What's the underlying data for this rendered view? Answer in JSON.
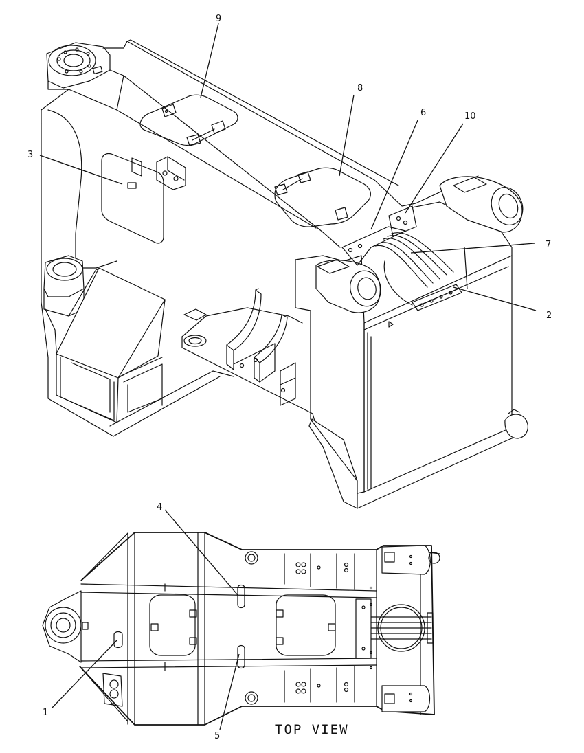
{
  "callouts": {
    "c1": "1",
    "c2": "2",
    "c3": "3",
    "c4": "4",
    "c5": "5",
    "c6": "6",
    "c7": "7",
    "c8": "8",
    "c9": "9",
    "c10": "10"
  },
  "views": {
    "top_view_title": "TOP VIEW"
  },
  "colors": {
    "line": "#111111",
    "background": "#ffffff"
  }
}
